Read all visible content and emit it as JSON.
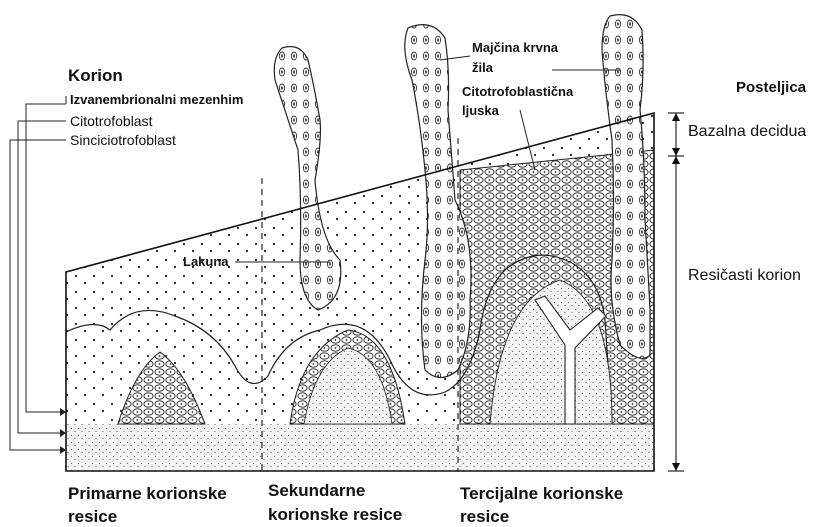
{
  "labels": {
    "korion": "Korion",
    "izvanembrionalni": "Izvanembrionalni mezenhim",
    "citotrofoblast": "Citotrofoblast",
    "sinciciotrofoblast": "Sinciciotrofoblast",
    "lakuna": "Lakuna",
    "majcina_line1": "Majčina krvna",
    "majcina_line2": "žila",
    "citoljuska_line1": "Citotrofoblastična",
    "citoljuska_line2": "ljuska",
    "posteljica": "Posteljica",
    "bazalna": "Bazalna decidua",
    "resicasti": "Resičasti korion",
    "primarne_line1": "Primarne korionske",
    "primarne_line2": "resice",
    "sekundarne_line1": "Sekundarne",
    "sekundarne_line2": "korionske resice",
    "tercijalne_line1": "Tercijalne korionske",
    "tercijalne_line2": "resice"
  }
}
